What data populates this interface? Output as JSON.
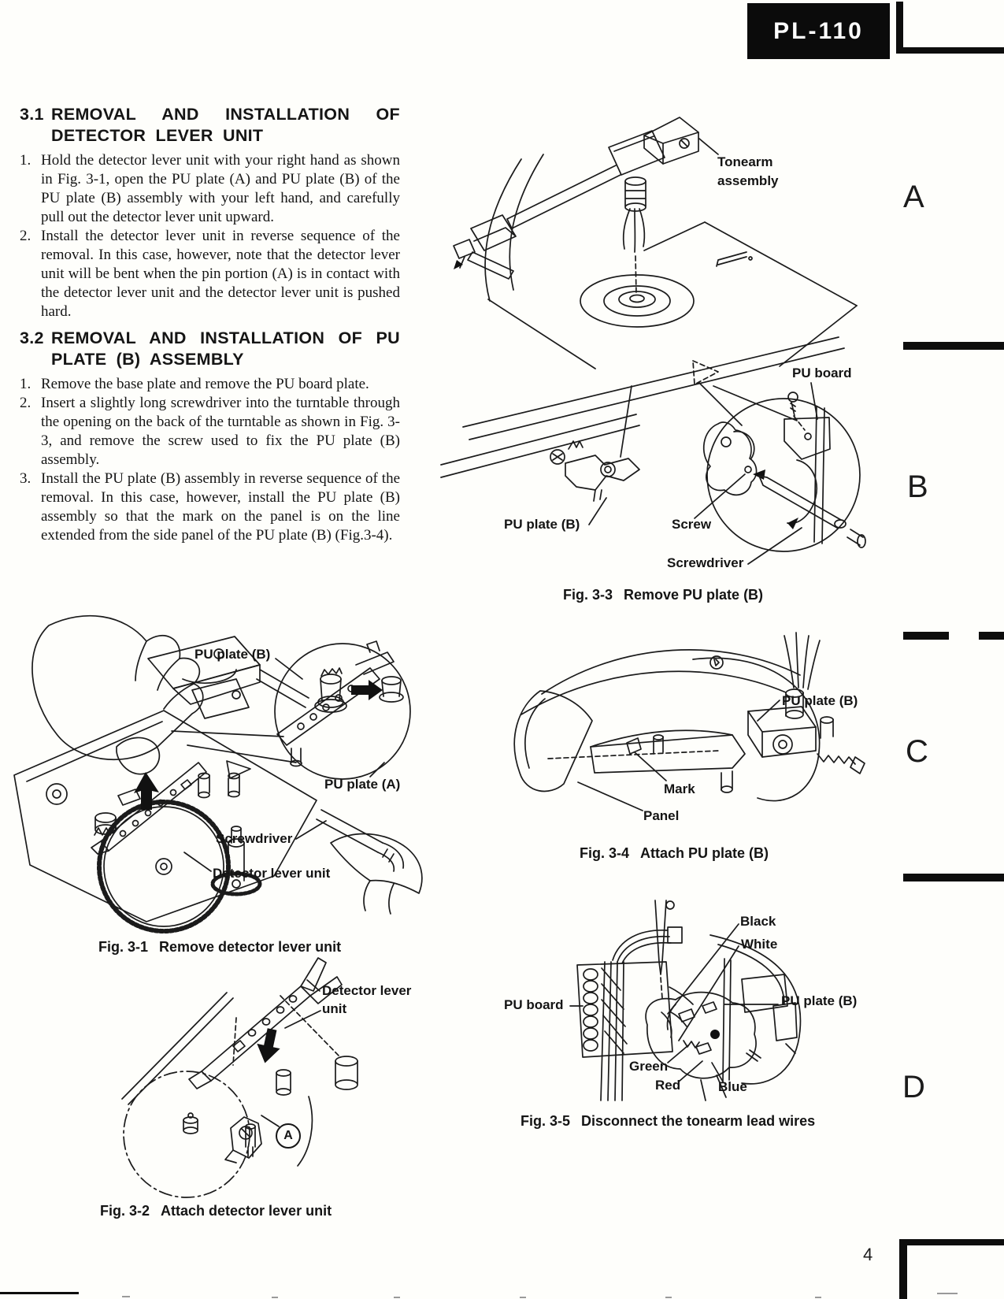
{
  "page": {
    "model": "PL-110",
    "page_number": "4"
  },
  "margin_tabs": {
    "a": "A",
    "b": "B",
    "c": "C",
    "d": "D"
  },
  "section_3_1": {
    "number": "3.1",
    "title_line1": "REMOVAL AND INSTALLATION OF",
    "title_line2": "DETECTOR LEVER UNIT",
    "items": [
      {
        "num": "1.",
        "text": "Hold the detector lever unit with your right hand as shown in Fig. 3-1, open the PU plate (A) and PU plate (B) of the PU plate (B) assembly with your left hand, and carefully pull out the detector lever unit upward."
      },
      {
        "num": "2.",
        "text": "Install the detector lever unit in reverse sequence of the removal. In this case, however, note that the detector lever unit will be bent when the pin portion (A) is in contact with the detector lever unit and the detector lever unit is pushed hard."
      }
    ]
  },
  "section_3_2": {
    "number": "3.2",
    "title_line1": "REMOVAL AND INSTALLATION OF PU",
    "title_line2": "PLATE (B) ASSEMBLY",
    "items": [
      {
        "num": "1.",
        "text": "Remove the base plate and remove the PU board plate."
      },
      {
        "num": "2.",
        "text": "Insert a slightly long screwdriver into the turntable through the opening on the back of the turntable as shown in Fig. 3-3, and remove the screw used to fix the PU plate (B) assembly."
      },
      {
        "num": "3.",
        "text": "Install the PU plate (B) assembly in reverse sequence of the removal. In this case, however, install the PU plate (B) assembly so that the mark on the panel is on the line extended from the side panel of the PU plate (B) (Fig.3-4)."
      }
    ]
  },
  "figures": {
    "top": {
      "labels": {
        "tonearm_1": "Tonearm",
        "tonearm_2": "assembly"
      }
    },
    "fig31": {
      "caption_fig": "Fig. 3-1",
      "caption_text": "Remove detector lever unit",
      "labels": {
        "pu_plate_b": "PU plate (B)",
        "pu_plate_a": "PU plate (A)",
        "screwdriver": "Screwdriver",
        "detector_lever_unit": "Detector lever unit"
      }
    },
    "fig32": {
      "caption_fig": "Fig. 3-2",
      "caption_text": "Attach detector lever unit",
      "labels": {
        "detector_lever_1": "Detector lever",
        "detector_lever_2": "unit",
        "callout_a": "A"
      }
    },
    "fig33": {
      "caption_fig": "Fig. 3-3",
      "caption_text": "Remove PU plate (B)",
      "labels": {
        "pu_board": "PU board",
        "pu_plate_b": "PU plate (B)",
        "screw": "Screw",
        "screwdriver": "Screwdriver"
      }
    },
    "fig34": {
      "caption_fig": "Fig. 3-4",
      "caption_text": "Attach PU plate (B)",
      "labels": {
        "pu_plate_b": "PU plate (B)",
        "mark": "Mark",
        "panel": "Panel"
      }
    },
    "fig35": {
      "caption_fig": "Fig. 3-5",
      "caption_text": "Disconnect the tonearm lead wires",
      "labels": {
        "black": "Black",
        "white": "White",
        "pu_board": "PU board",
        "pu_plate_b": "PU plate (B)",
        "green": "Green",
        "red": "Red",
        "blue": "Blue"
      }
    }
  }
}
